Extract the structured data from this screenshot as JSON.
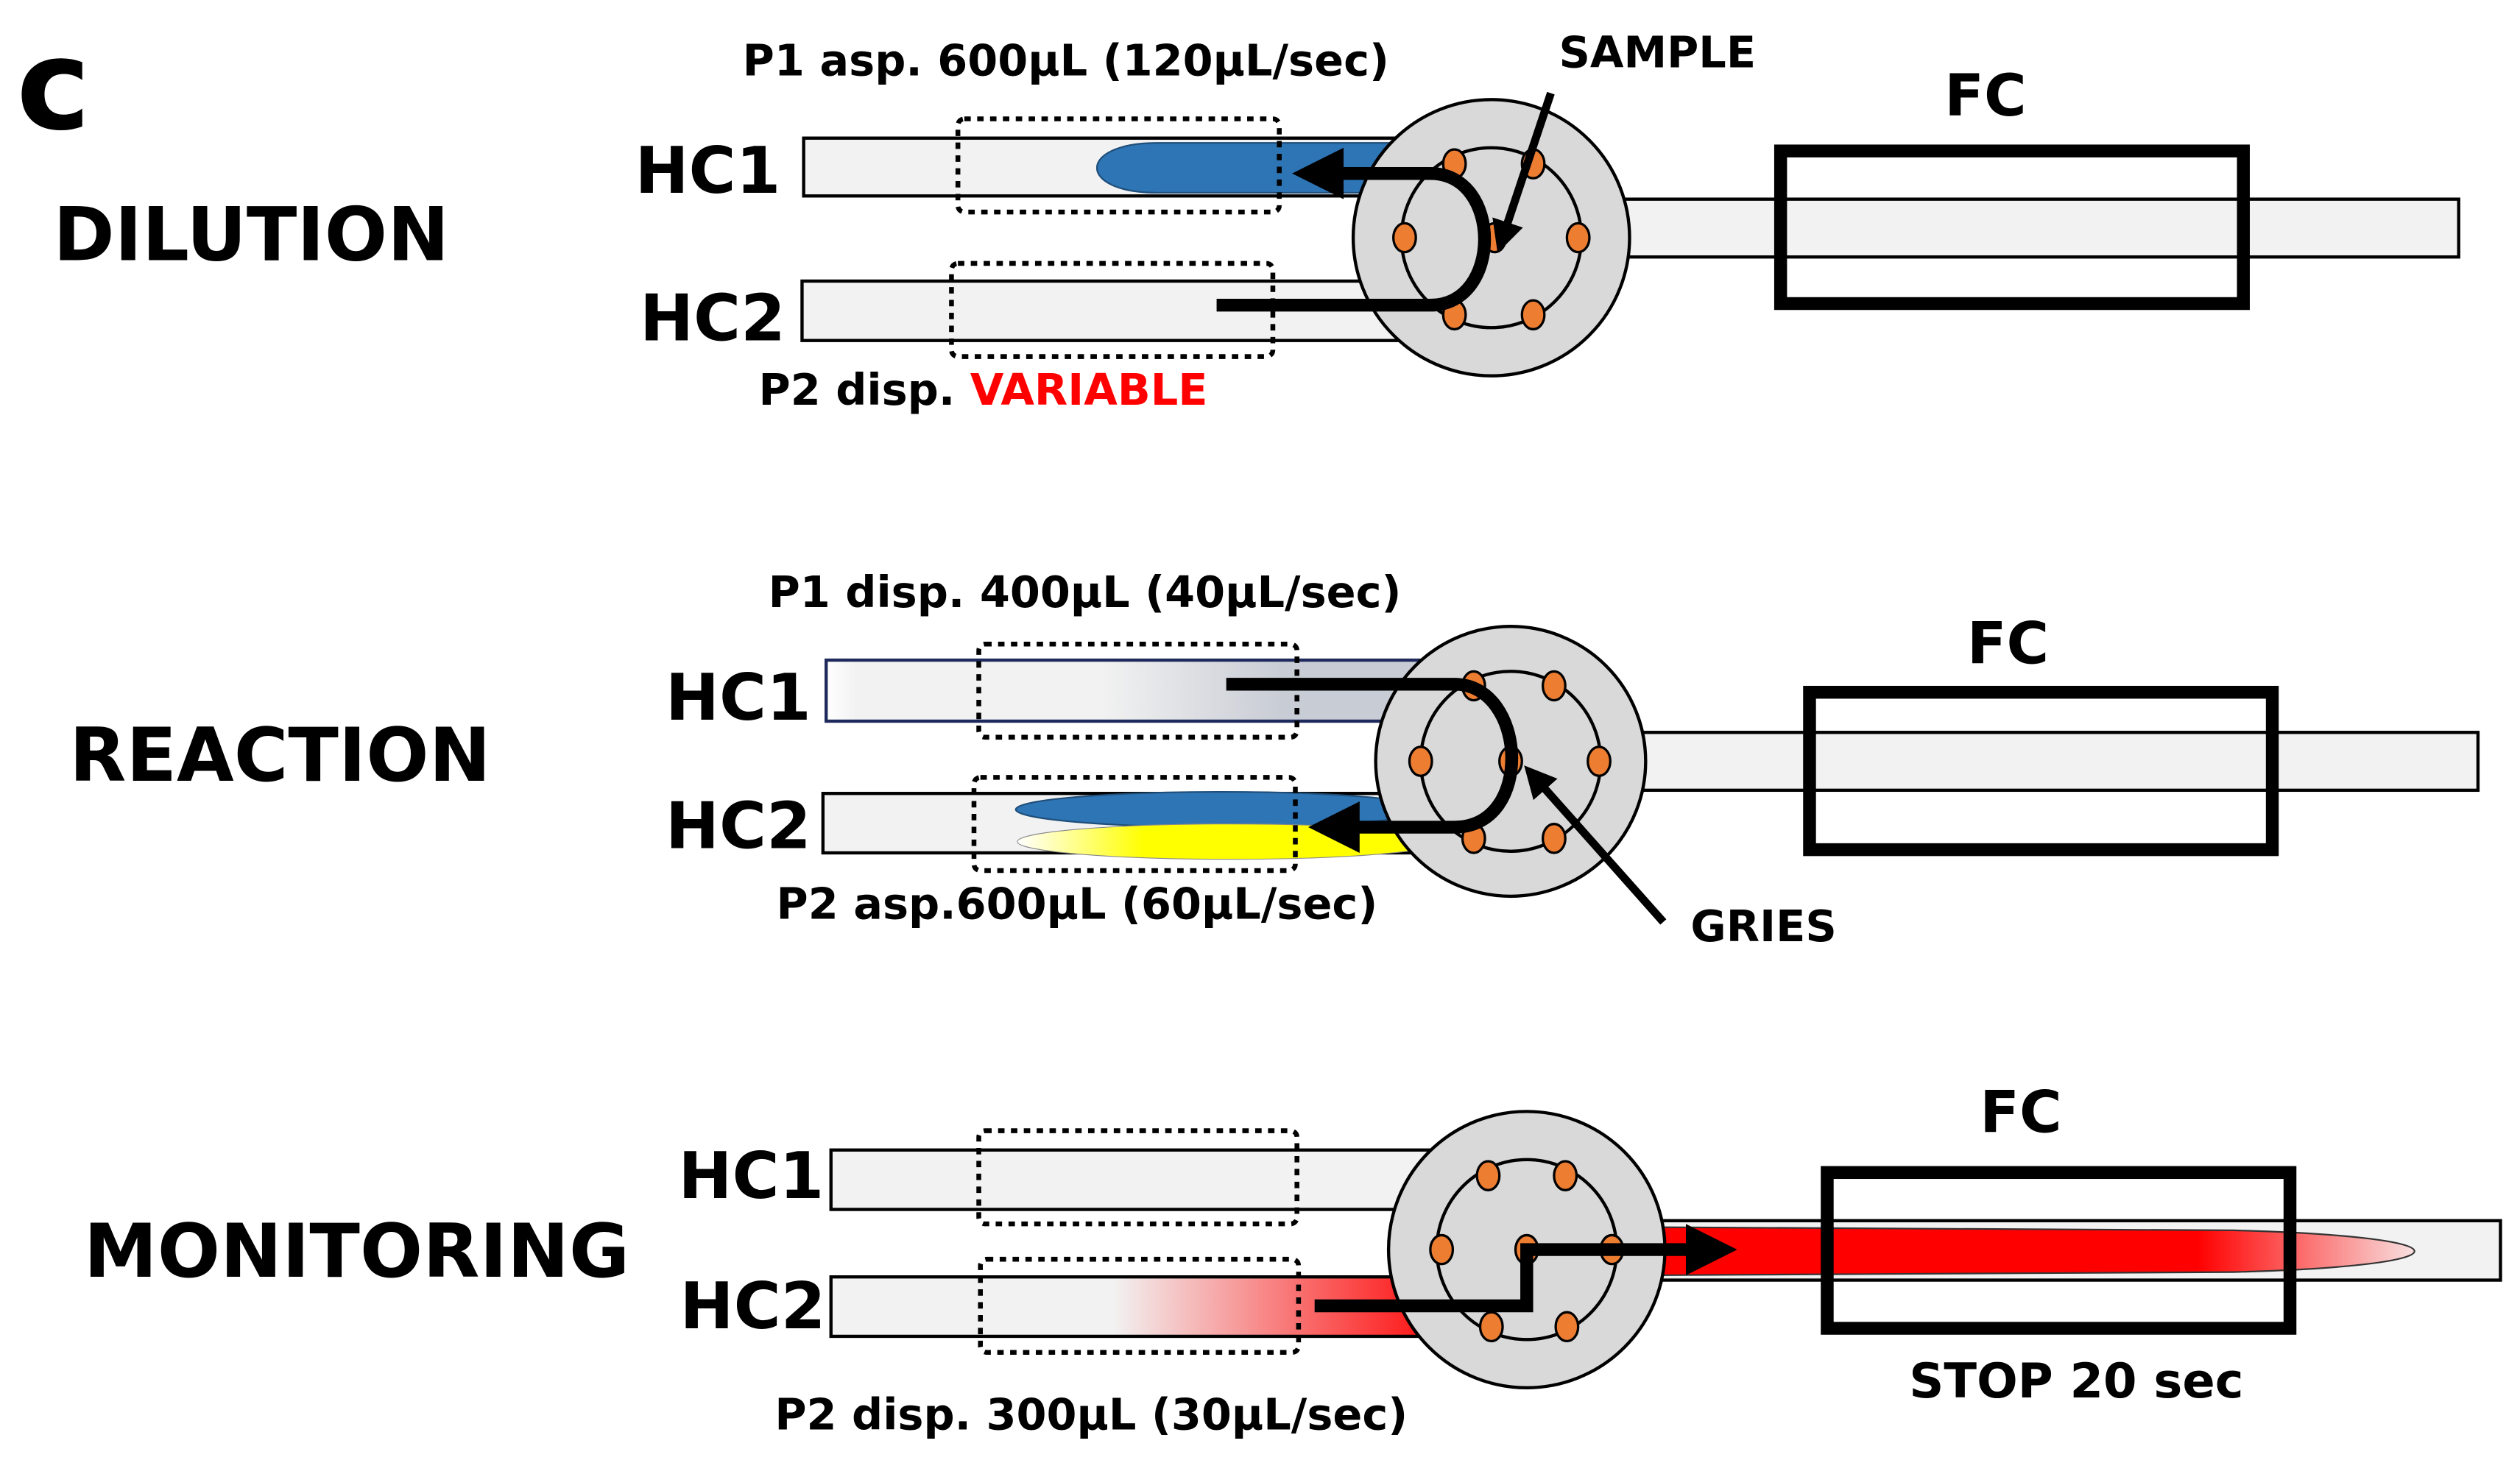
{
  "panel_letter": "c",
  "colors": {
    "sample_blue": "#2e75b6",
    "gries_yellow": "#ffff00",
    "product_red": "#ff0000",
    "port_orange": "#ed7d31",
    "valve_gray": "#d9d9d9",
    "tube_fill": "#f2f2f2",
    "variable_red": "#ff0000"
  },
  "stages": [
    {
      "name": "DILUTION",
      "hc1_label": "HC1",
      "hc2_label": "HC2",
      "fc_label": "FC",
      "top_note": "P1 asp. 600µL (120µL/sec)",
      "bottom_note_prefix": "P2 disp. ",
      "bottom_note_highlight": "VARIABLE",
      "reagent_label": "SAMPLE"
    },
    {
      "name": "REACTION",
      "hc1_label": "HC1",
      "hc2_label": "HC2",
      "fc_label": "FC",
      "top_note": "P1 disp. 400µL (40µL/sec)",
      "bottom_note": "P2 asp.600µL (60µL/sec)",
      "reagent_label": "GRIES"
    },
    {
      "name": "MONITORING",
      "hc1_label": "HC1",
      "hc2_label": "HC2",
      "fc_label": "FC",
      "bottom_note": "P2 disp. 300µL (30µL/sec)",
      "fc_note": "STOP 20 sec"
    }
  ]
}
